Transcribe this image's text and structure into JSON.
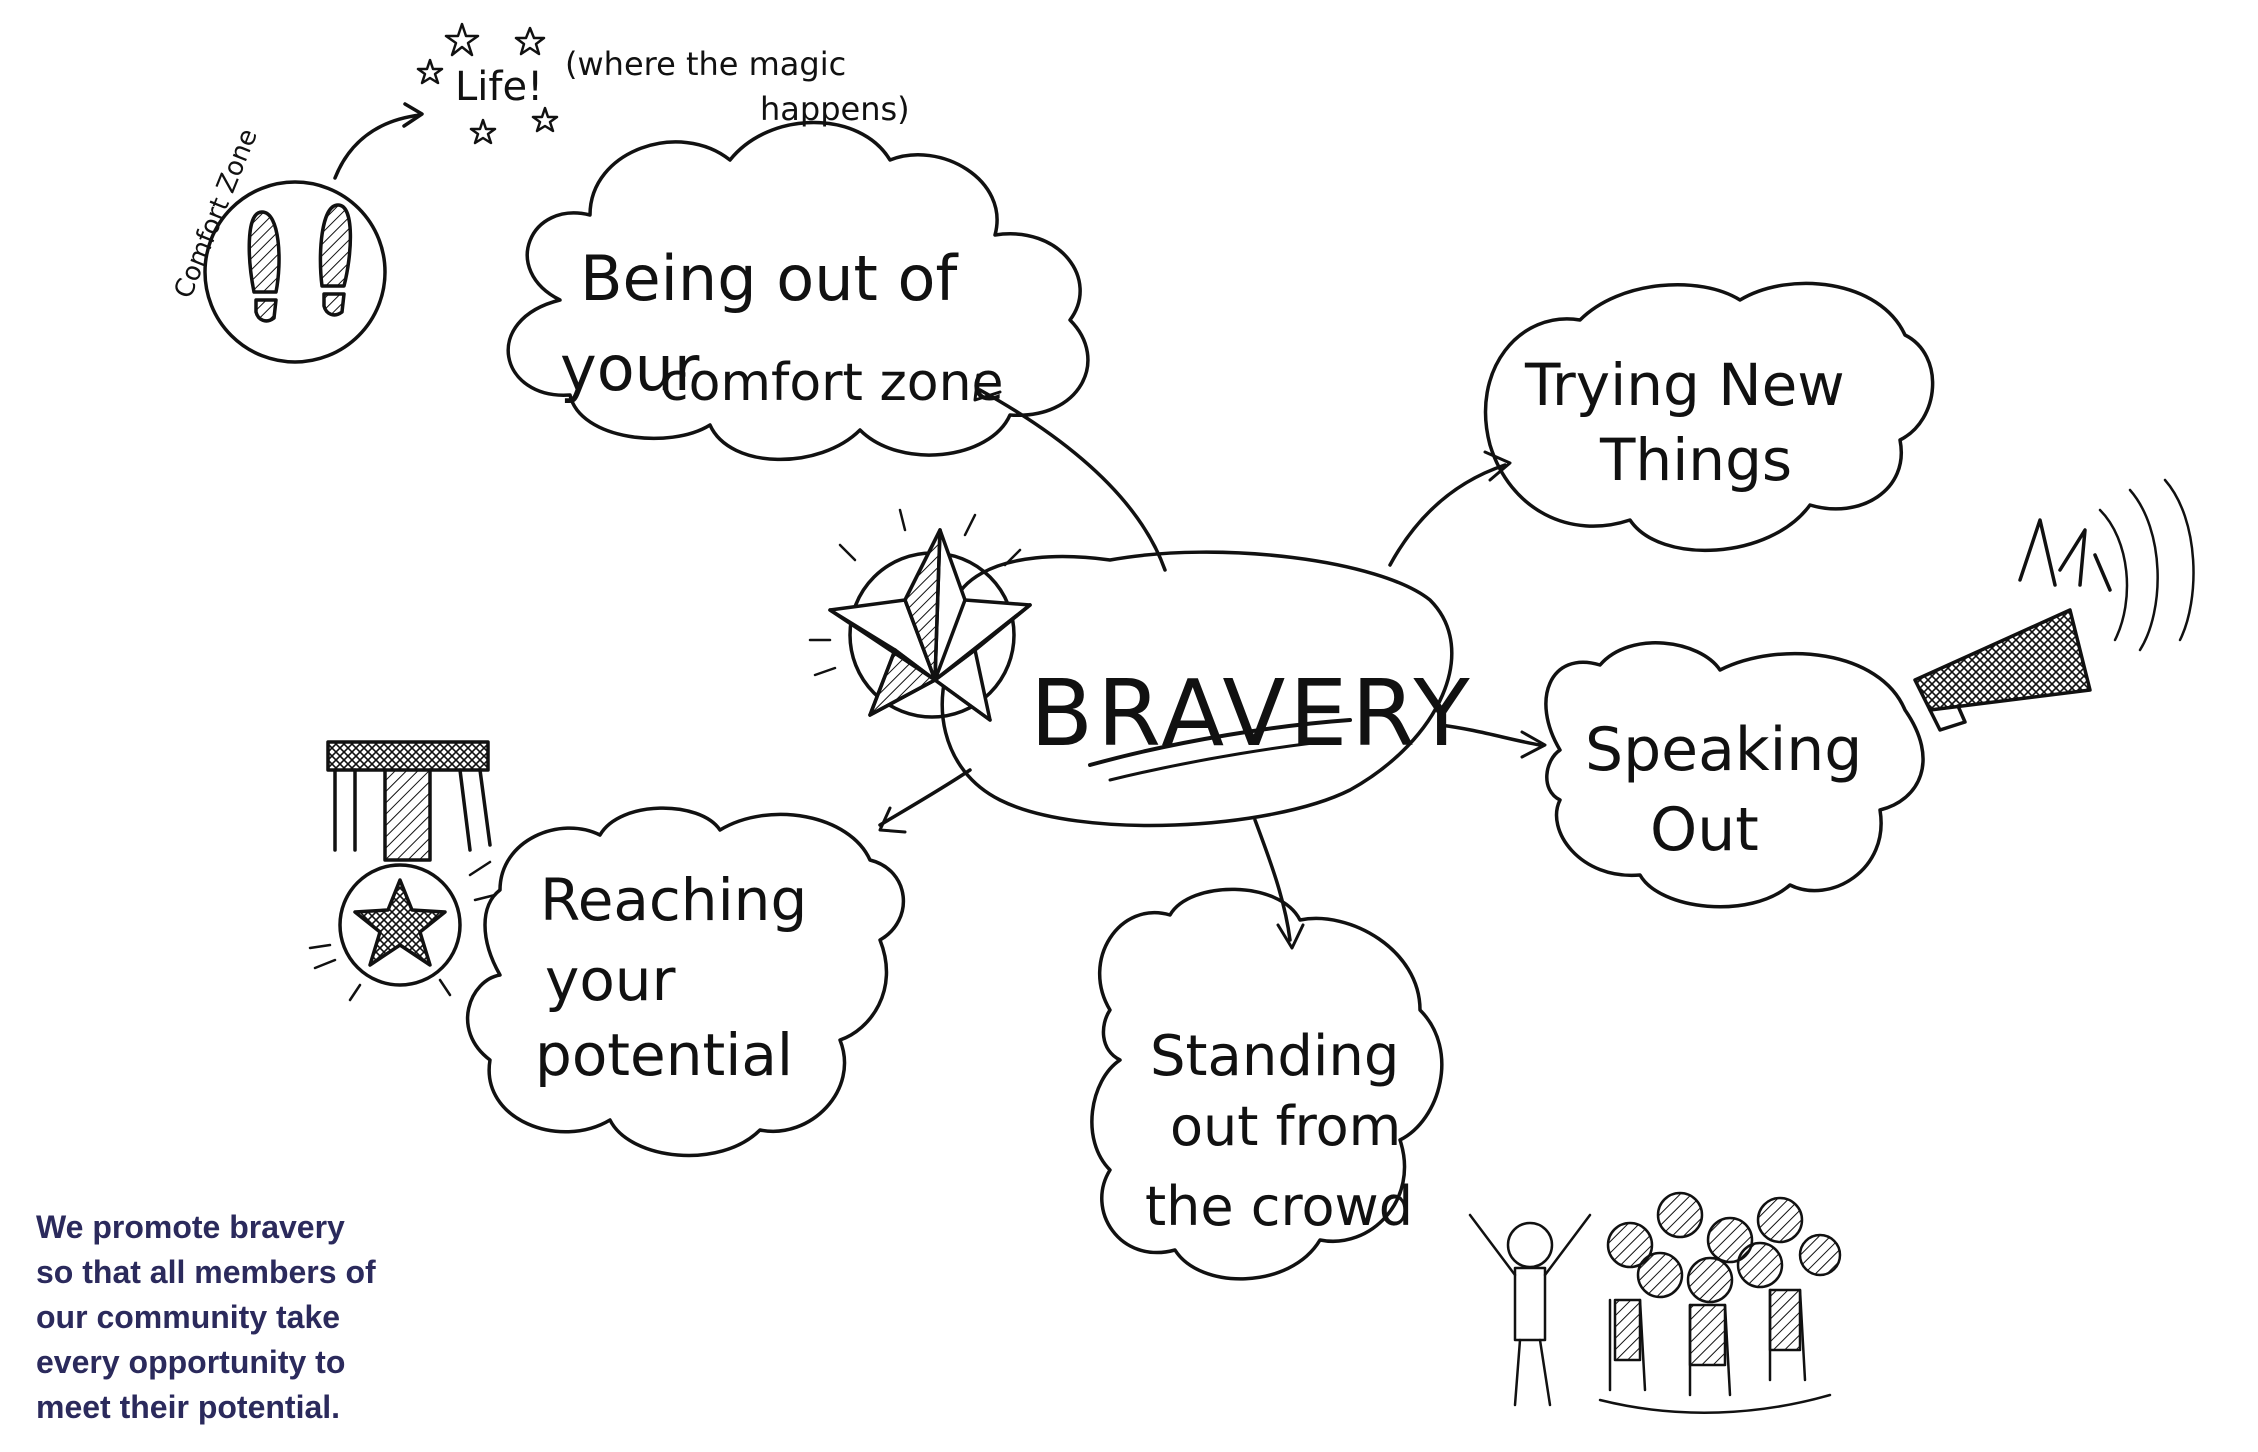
{
  "diagram": {
    "center": "BRAVERY",
    "nodes": [
      {
        "id": "comfort",
        "lines": [
          "Being out of",
          "your",
          "comfort zone"
        ]
      },
      {
        "id": "trying",
        "lines": [
          "Trying New",
          "Things"
        ]
      },
      {
        "id": "speaking",
        "lines": [
          "Speaking",
          "Out"
        ]
      },
      {
        "id": "standing",
        "lines": [
          "Standing",
          "out from",
          "the crowd"
        ]
      },
      {
        "id": "potential",
        "lines": [
          "Reaching",
          "your",
          "potential"
        ]
      }
    ],
    "doodle": {
      "comfort_zone_label": "Comfort Zone",
      "life_label": "Life!",
      "magic_label_1": "(where the magic",
      "magic_label_2": "happens)"
    }
  },
  "caption": {
    "lines": [
      "We promote bravery",
      "so that all members of",
      "our community take",
      "every opportunity to",
      "meet their potential."
    ]
  },
  "colors": {
    "ink": "#111111",
    "caption": "#2b2a5c"
  }
}
